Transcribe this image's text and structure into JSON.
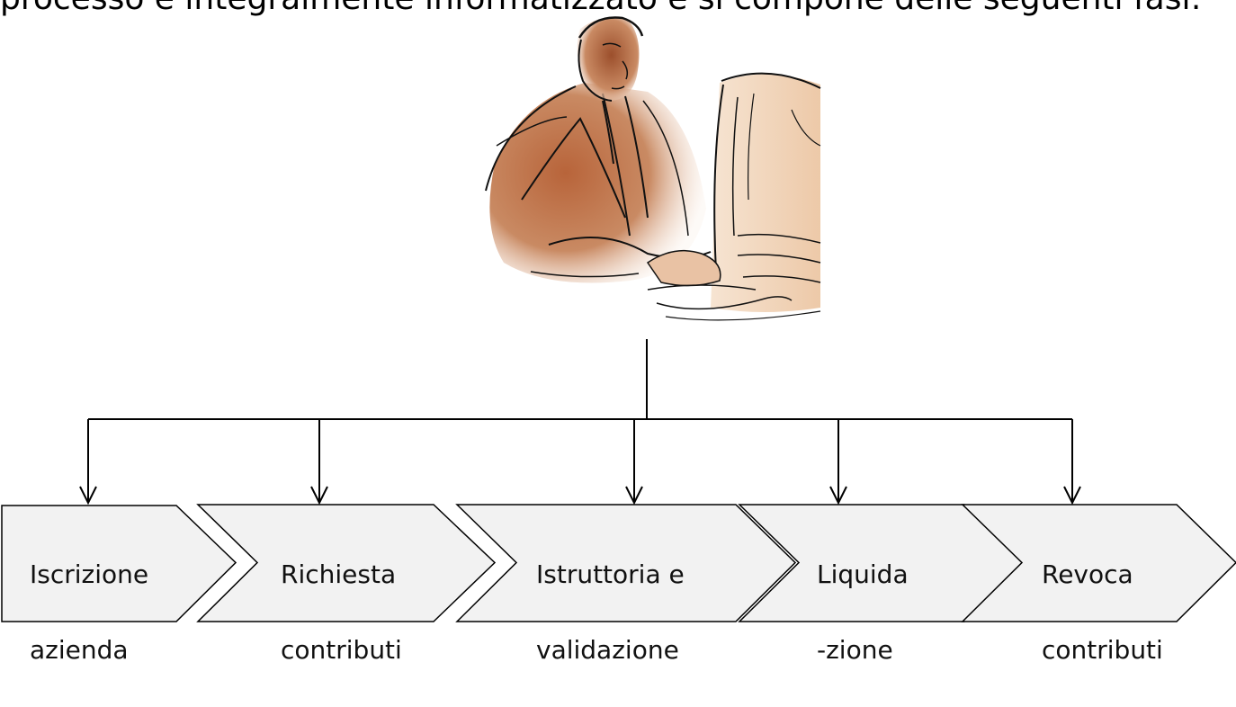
{
  "header": {
    "text": "processo è integralmente informatizzato e si compone delle seguenti fasi:"
  },
  "figure": {
    "icon": "businessman-at-computer-clipart",
    "colors": {
      "skin": "#c8865a",
      "suit": "#b9693e",
      "monitor": "#f2d9bf",
      "line": "#111111"
    }
  },
  "steps": [
    {
      "line1": "Iscrizione",
      "line2": "azienda"
    },
    {
      "line1": "Richiesta",
      "line2": "contributi"
    },
    {
      "line1": "Istruttoria e",
      "line2": "validazione"
    },
    {
      "line1": "Liquida",
      "line2": "-zione"
    },
    {
      "line1": "Revoca",
      "line2": "contributi"
    }
  ],
  "colors": {
    "step_fill": "#f2f2f2",
    "step_stroke": "#000000",
    "connector": "#000000"
  }
}
